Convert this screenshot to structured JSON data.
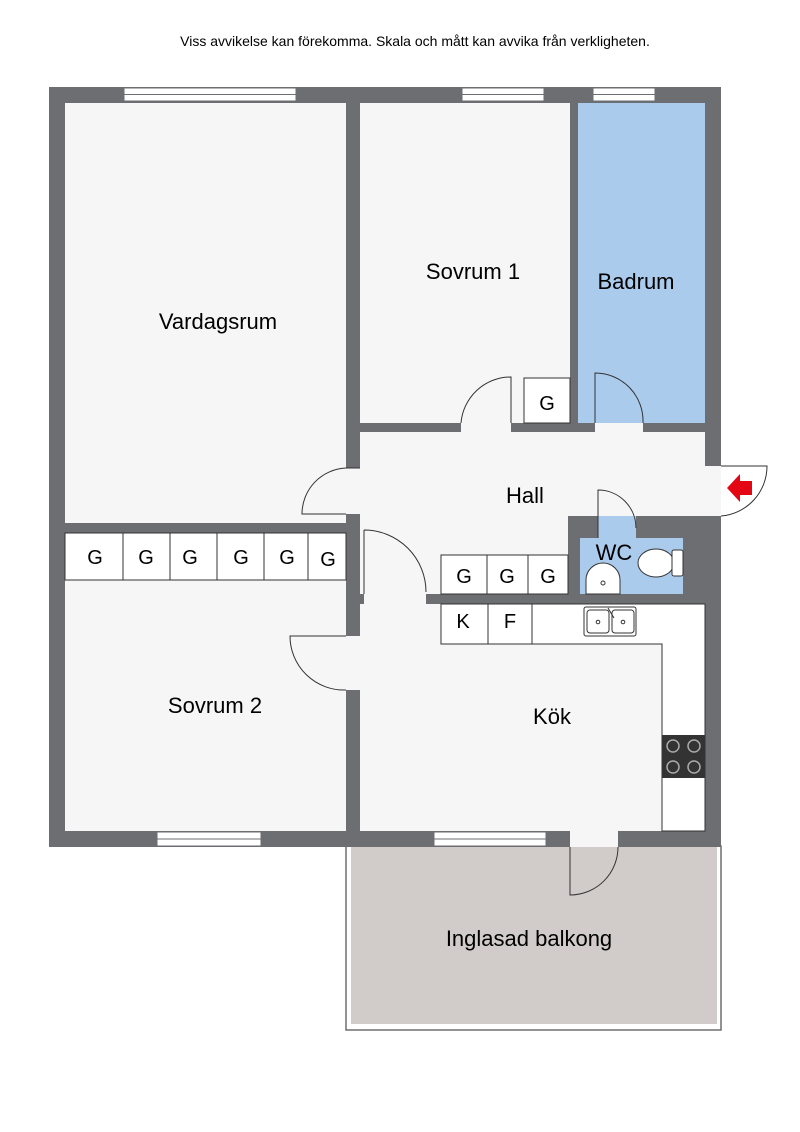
{
  "disclaimer": "Viss avvikelse kan förekomma. Skala och mått kan avvika från verkligheten.",
  "rooms": {
    "living_room": "Vardagsrum",
    "bedroom_1": "Sovrum 1",
    "bathroom": "Badrum",
    "hall": "Hall",
    "wc": "WC",
    "bedroom_2": "Sovrum 2",
    "kitchen": "Kök",
    "balcony": "Inglasad balkong"
  },
  "storage": {
    "bedroom_1_closet": "G",
    "bedroom_2_closets": [
      "G",
      "G",
      "G",
      "G",
      "G",
      "G"
    ],
    "hall_closets": [
      "G",
      "G",
      "G"
    ],
    "kitchen_units": [
      "K",
      "F"
    ]
  },
  "colors": {
    "wall": "#6d6e71",
    "floor": "#f6f6f6",
    "wet_room": "#abcbed",
    "balcony": "#d1ccc9",
    "entrance_arrow": "#e30613"
  }
}
